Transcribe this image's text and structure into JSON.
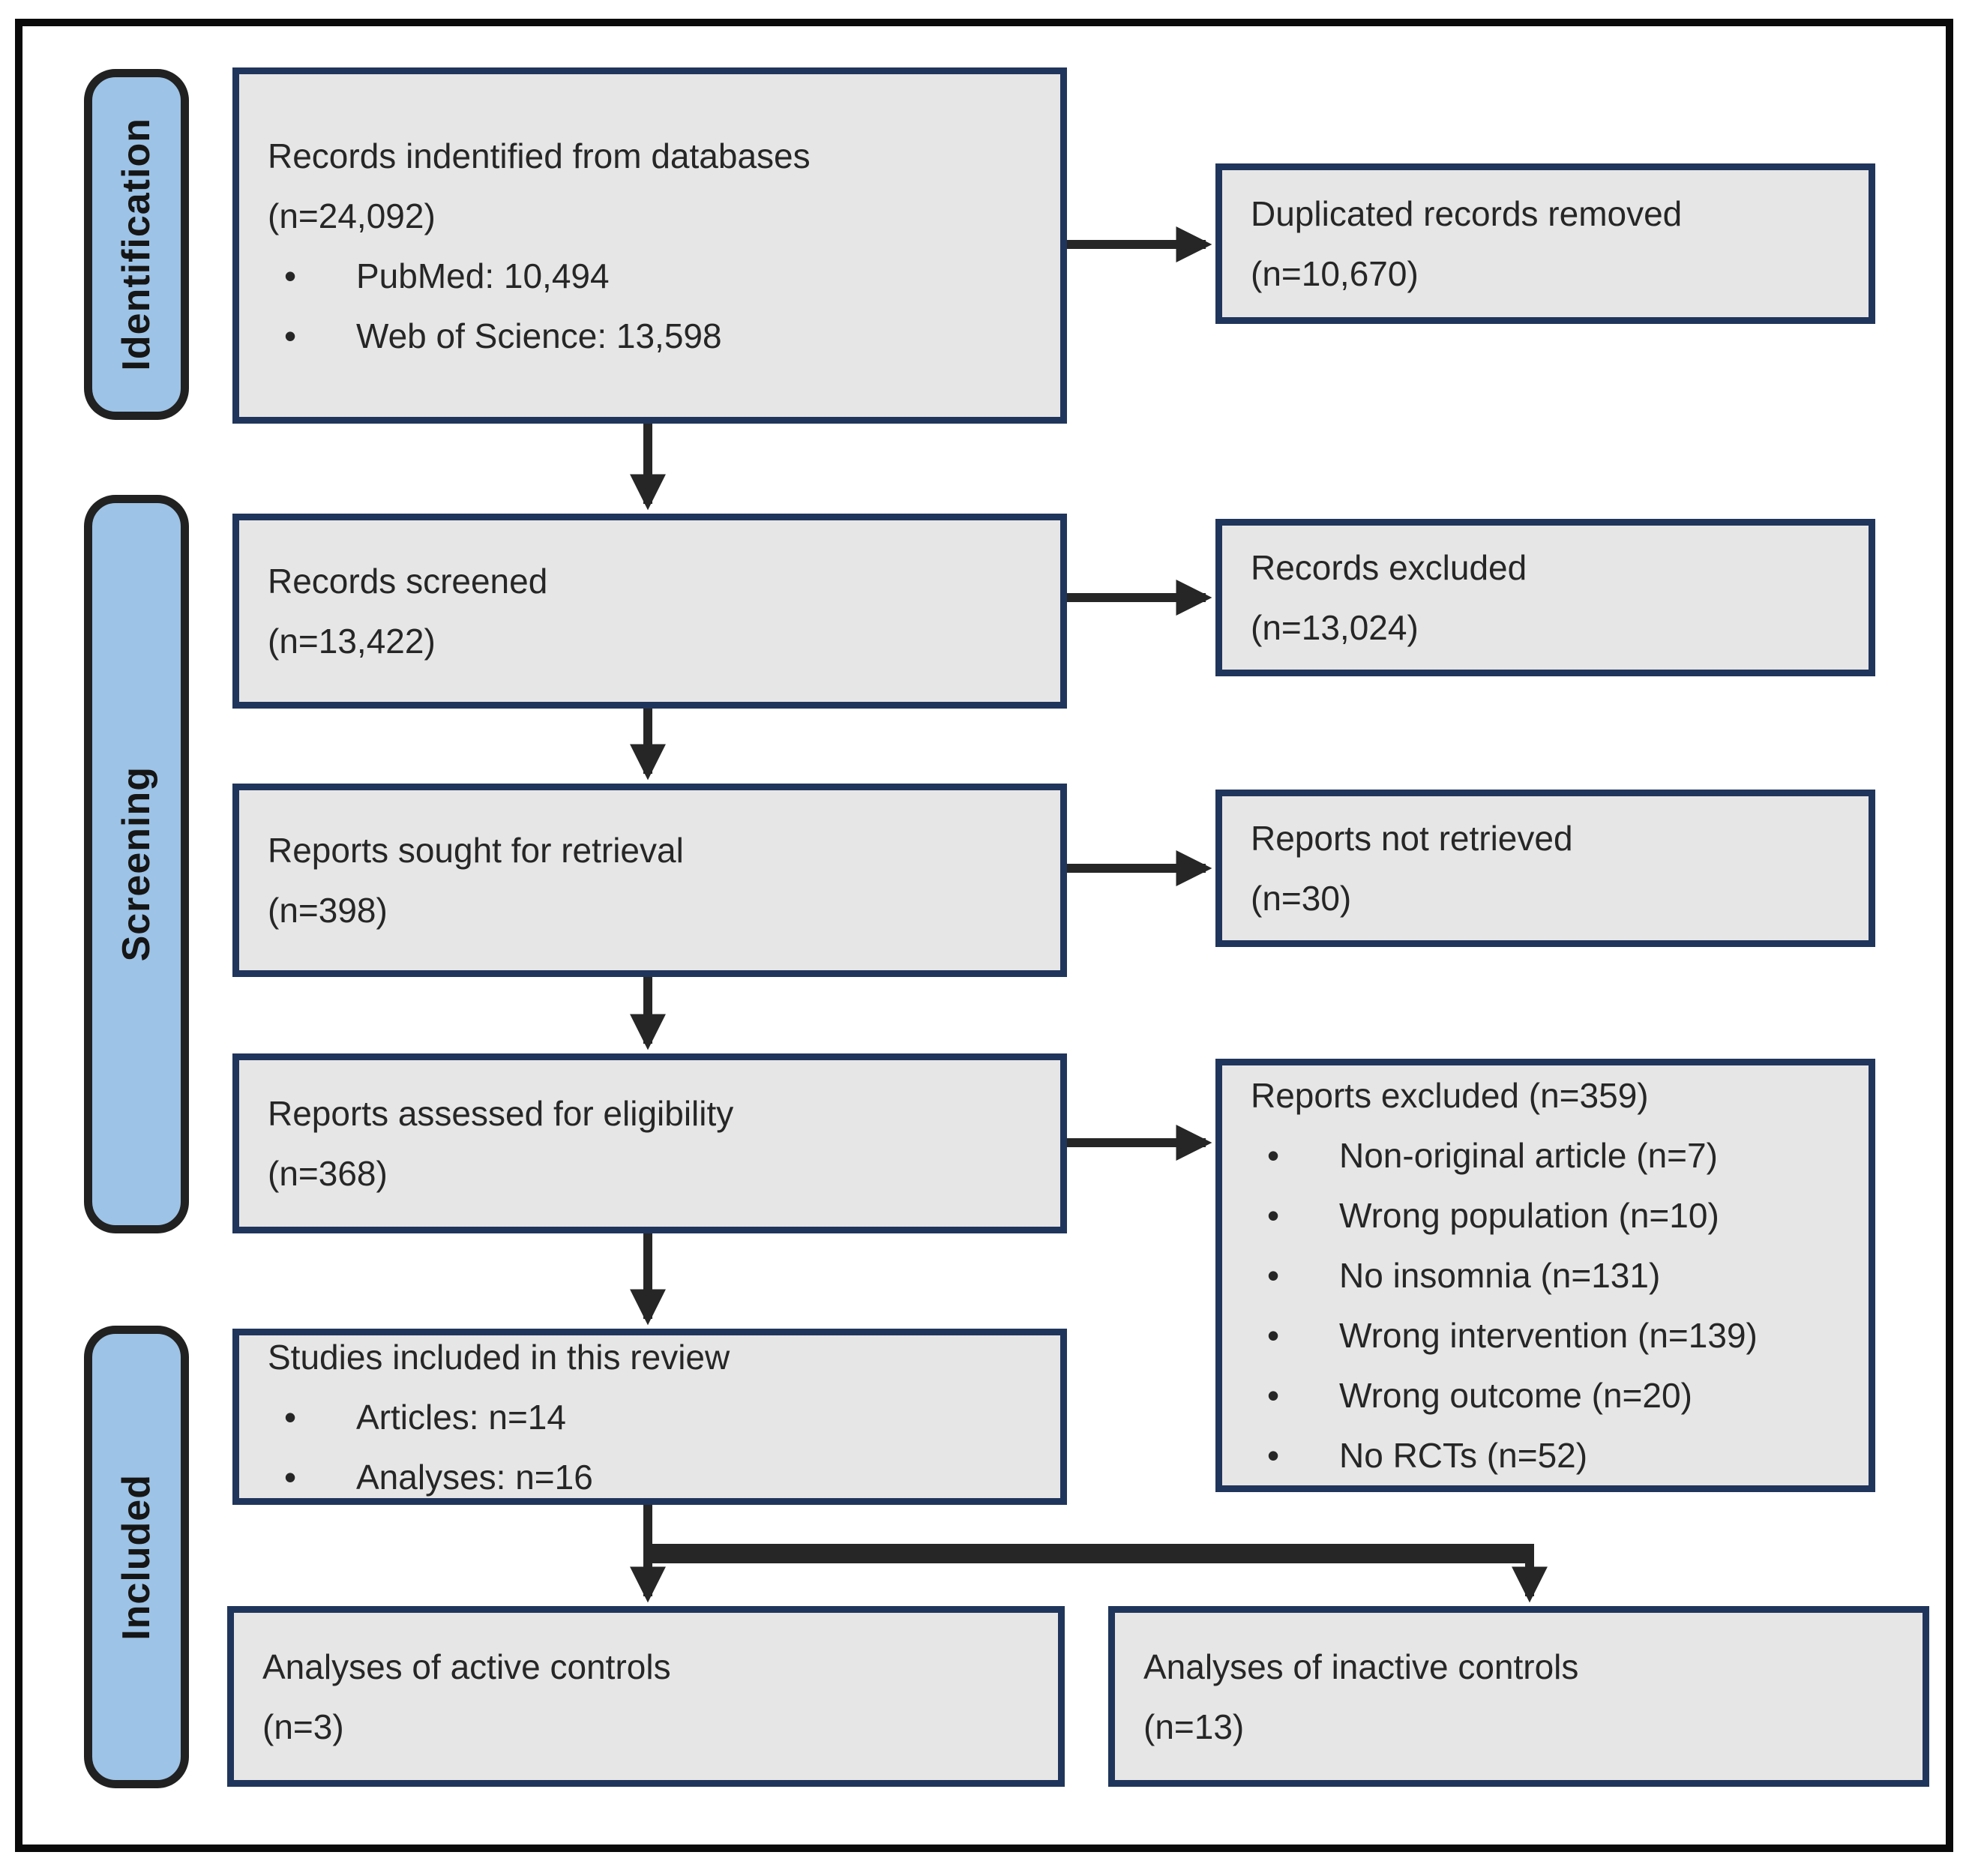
{
  "figure": {
    "type": "prisma-flow-diagram",
    "palette": {
      "box_fill": "#e7e6e6",
      "box_border": "#20355b",
      "stage_fill": "#9dc3e6",
      "stage_border": "#212121",
      "arrow_color": "#262626",
      "frame_color": "#0a0a0a",
      "text_color": "#262626"
    }
  },
  "stages": [
    {
      "label": "Identification"
    },
    {
      "label": "Screening"
    },
    {
      "label": "Included"
    }
  ],
  "boxes": {
    "identified": {
      "line1": "Records indentified from databases",
      "line2": "(n=24,092)",
      "bullets": [
        "PubMed: 10,494",
        "Web of Science: 13,598"
      ]
    },
    "duplicates_removed": {
      "line1": "Duplicated records removed",
      "line2": "(n=10,670)"
    },
    "screened": {
      "line1": "Records screened",
      "line2": "(n=13,422)"
    },
    "records_excluded": {
      "line1": "Records excluded",
      "line2": "(n=13,024)"
    },
    "sought": {
      "line1": "Reports sought for retrieval",
      "line2": "(n=398)"
    },
    "not_retrieved": {
      "line1": "Reports not retrieved",
      "line2": "(n=30)"
    },
    "assessed": {
      "line1": "Reports assessed for eligibility",
      "line2": "(n=368)"
    },
    "reports_excluded": {
      "title": "Reports excluded (n=359)",
      "bullets": [
        "Non-original article (n=7)",
        "Wrong population (n=10)",
        "No insomnia (n=131)",
        "Wrong intervention (n=139)",
        "Wrong outcome (n=20)",
        "No RCTs (n=52)"
      ]
    },
    "included_studies": {
      "title": "Studies included in this review",
      "bullets": [
        "Articles: n=14",
        "Analyses: n=16"
      ]
    },
    "active_controls": {
      "line1": "Analyses of active controls",
      "line2": "(n=3)"
    },
    "inactive_controls": {
      "line1": "Analyses of inactive controls",
      "line2": "(n=13)"
    }
  }
}
